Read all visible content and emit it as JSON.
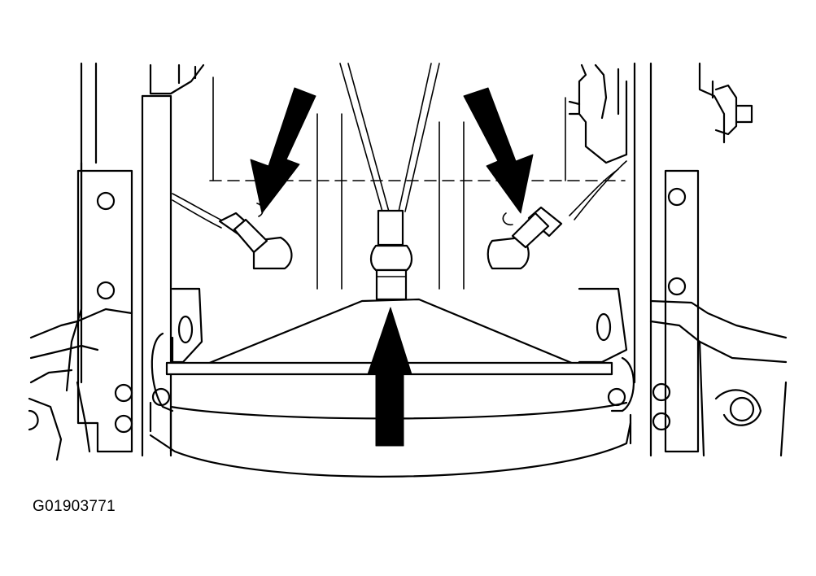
{
  "figure": {
    "id_label": "G01903771"
  },
  "callouts": [
    {
      "name": "left-sensor-arrow",
      "direction": "down-left"
    },
    {
      "name": "right-sensor-arrow",
      "direction": "down-right"
    },
    {
      "name": "center-connector-arrow",
      "direction": "up"
    }
  ]
}
